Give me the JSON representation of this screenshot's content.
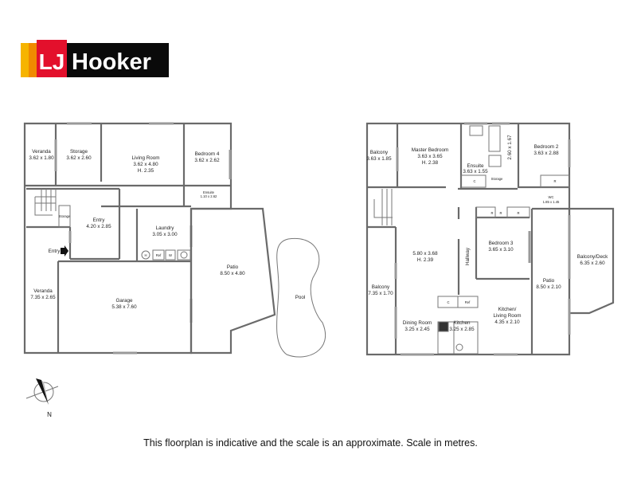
{
  "logo": {
    "text_lj": "LJ",
    "text_brand": "Hooker",
    "colors": {
      "yellow": "#f6b400",
      "orange": "#f08a00",
      "red": "#e3102c",
      "black": "#0a0a0a"
    }
  },
  "ground_floor": {
    "rooms": [
      {
        "name": "Veranda",
        "dims": "3.62 x 1.80"
      },
      {
        "name": "Storage",
        "dims": "3.62 x 2.60"
      },
      {
        "name": "Living Room",
        "dims": "3.62 x 4.80",
        "height": "H. 2.35"
      },
      {
        "name": "Bedroom 4",
        "dims": "3.62 x 2.62"
      },
      {
        "name": "Ensuite",
        "dims": "1.10 x 2.62"
      },
      {
        "name": "Storage"
      },
      {
        "name": "Entry",
        "dims": "4.20 x 2.85"
      },
      {
        "name": "Laundry",
        "dims": "3.05 x 3.00"
      },
      {
        "name": "Veranda",
        "dims": "7.35 x 2.65"
      },
      {
        "name": "Garage",
        "dims": "5.38 x 7.60"
      },
      {
        "name": "Patio",
        "dims": "8.50 x 4.80"
      },
      {
        "name": "Pool"
      }
    ],
    "entry_marker": "Entry",
    "fixtures": [
      "H",
      "Ref",
      "W"
    ]
  },
  "upper_floor": {
    "rooms": [
      {
        "name": "Balcony",
        "dims": "3.63 x 1.85"
      },
      {
        "name": "Master Bedroom",
        "dims": "3.63 x 3.65",
        "height": "H. 2.38"
      },
      {
        "name": "Ensuite",
        "dims": "3.63 x 1.55"
      },
      {
        "name": "",
        "dims": "2.60 x 1.67"
      },
      {
        "name": "Bedroom 2",
        "dims": "3.63 x 2.88"
      },
      {
        "name": "Storage"
      },
      {
        "name": "WC",
        "dims": "1.85 x 1.45"
      },
      {
        "name": "Bedroom 3",
        "dims": "3.65 x 3.10"
      },
      {
        "name": "",
        "dims": "5.80 x 3.68",
        "height": "H. 2.39"
      },
      {
        "name": "Hallway"
      },
      {
        "name": "Balcony/Deck",
        "dims": "6.35 x 2.60"
      },
      {
        "name": "Patio",
        "dims": "8.50 x 2.10"
      },
      {
        "name": "Balcony",
        "dims": "7.35 x 1.70"
      },
      {
        "name": "Kitchen/",
        "name2": "Living Room",
        "dims": "4.35 x 2.10"
      },
      {
        "name": "Dining Room",
        "dims": "3.25 x 2.45"
      },
      {
        "name": "Kitchen",
        "dims": "3.25 x 2.85"
      }
    ],
    "fixtures": [
      "C",
      "R",
      "R",
      "R",
      "R",
      "C",
      "Ref"
    ]
  },
  "compass": {
    "label": "N",
    "icon": "north-arrow-icon"
  },
  "footer": "This floorplan is indicative and the scale is an approximate. Scale in metres."
}
